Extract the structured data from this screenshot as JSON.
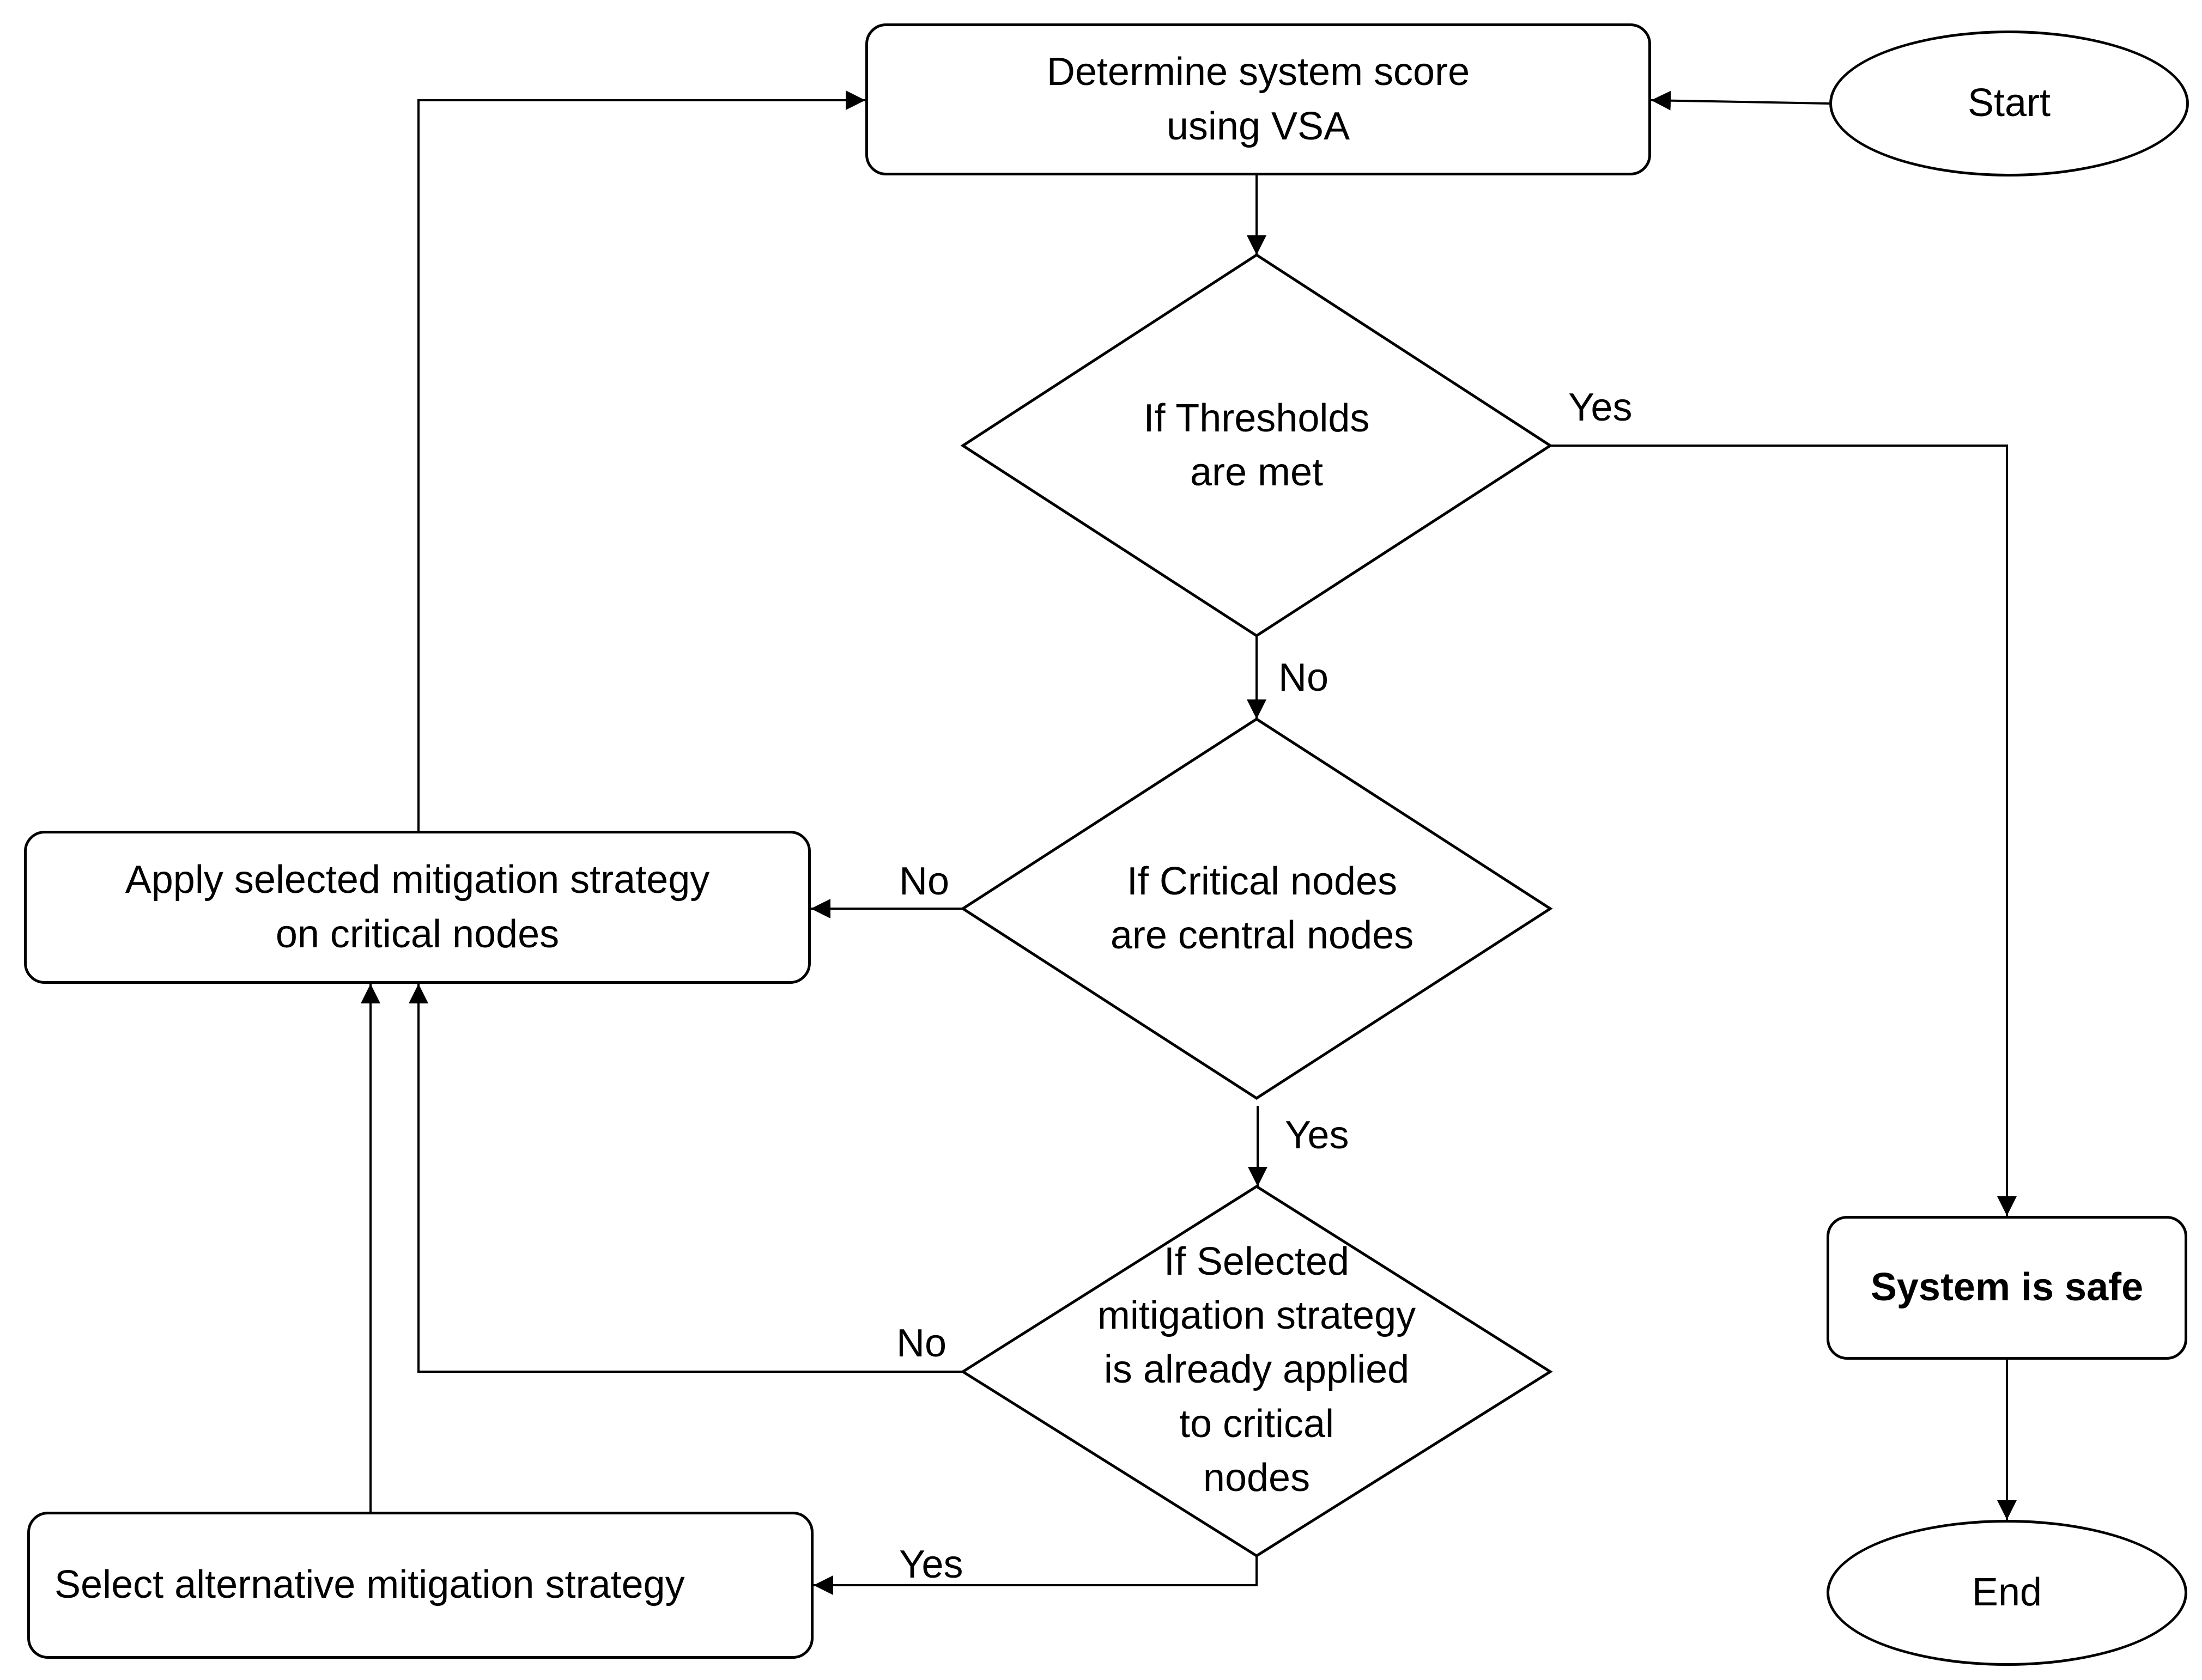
{
  "nodes": {
    "start": "Start",
    "determine": "Determine system score\nusing VSA",
    "thresholds": "If Thresholds\nare met",
    "critical": "If Critical nodes\nare central nodes",
    "applied": "If Selected\nmitigation strategy\nis already applied\nto critical\nnodes",
    "apply": "Apply selected mitigation strategy\non critical nodes",
    "select_alt": "Select alternative mitigation strategy",
    "safe": "System is safe",
    "end": "End"
  },
  "edge_labels": {
    "thresholds_yes": "Yes",
    "thresholds_no": "No",
    "critical_no": "No",
    "critical_yes": "Yes",
    "applied_no": "No",
    "applied_yes": "Yes"
  }
}
